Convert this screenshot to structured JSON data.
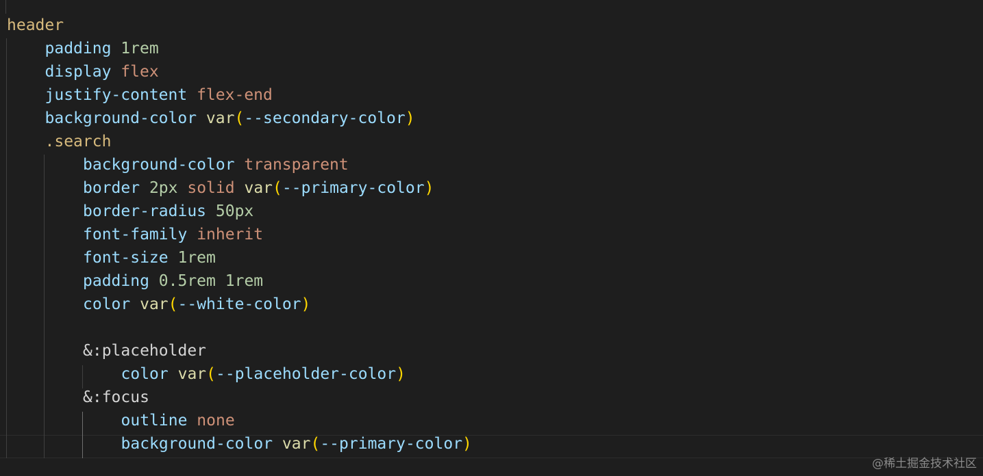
{
  "colors": {
    "background": "#1e1e1e",
    "selector": "#d7ba7d",
    "property": "#9cdcfe",
    "number": "#b5cea8",
    "keyword": "#ce9178",
    "function": "#dcdcaa",
    "paren": "#ffd700",
    "plain": "#d4d4d4",
    "watermark": "#8b8b8b"
  },
  "code": {
    "lines": [
      {
        "indent": 0,
        "tokens": [
          {
            "text": "header",
            "type": "selector"
          }
        ]
      },
      {
        "indent": 1,
        "tokens": [
          {
            "text": "padding",
            "type": "property"
          },
          {
            "text": " ",
            "type": "plain"
          },
          {
            "text": "1rem",
            "type": "number"
          }
        ]
      },
      {
        "indent": 1,
        "tokens": [
          {
            "text": "display",
            "type": "property"
          },
          {
            "text": " ",
            "type": "plain"
          },
          {
            "text": "flex",
            "type": "keyword"
          }
        ]
      },
      {
        "indent": 1,
        "tokens": [
          {
            "text": "justify-content",
            "type": "property"
          },
          {
            "text": " ",
            "type": "plain"
          },
          {
            "text": "flex-end",
            "type": "keyword"
          }
        ]
      },
      {
        "indent": 1,
        "tokens": [
          {
            "text": "background-color",
            "type": "property"
          },
          {
            "text": " ",
            "type": "plain"
          },
          {
            "text": "var",
            "type": "function"
          },
          {
            "text": "(",
            "type": "paren"
          },
          {
            "text": "--secondary-color",
            "type": "property"
          },
          {
            "text": ")",
            "type": "paren"
          }
        ]
      },
      {
        "indent": 1,
        "tokens": [
          {
            "text": ".search",
            "type": "selector"
          }
        ]
      },
      {
        "indent": 2,
        "tokens": [
          {
            "text": "background-color",
            "type": "property"
          },
          {
            "text": " ",
            "type": "plain"
          },
          {
            "text": "transparent",
            "type": "keyword"
          }
        ]
      },
      {
        "indent": 2,
        "tokens": [
          {
            "text": "border",
            "type": "property"
          },
          {
            "text": " ",
            "type": "plain"
          },
          {
            "text": "2px",
            "type": "number"
          },
          {
            "text": " ",
            "type": "plain"
          },
          {
            "text": "solid",
            "type": "keyword"
          },
          {
            "text": " ",
            "type": "plain"
          },
          {
            "text": "var",
            "type": "function"
          },
          {
            "text": "(",
            "type": "paren"
          },
          {
            "text": "--primary-color",
            "type": "property"
          },
          {
            "text": ")",
            "type": "paren"
          }
        ]
      },
      {
        "indent": 2,
        "tokens": [
          {
            "text": "border-radius",
            "type": "property"
          },
          {
            "text": " ",
            "type": "plain"
          },
          {
            "text": "50px",
            "type": "number"
          }
        ]
      },
      {
        "indent": 2,
        "tokens": [
          {
            "text": "font-family",
            "type": "property"
          },
          {
            "text": " ",
            "type": "plain"
          },
          {
            "text": "inherit",
            "type": "keyword"
          }
        ]
      },
      {
        "indent": 2,
        "tokens": [
          {
            "text": "font-size",
            "type": "property"
          },
          {
            "text": " ",
            "type": "plain"
          },
          {
            "text": "1rem",
            "type": "number"
          }
        ]
      },
      {
        "indent": 2,
        "tokens": [
          {
            "text": "padding",
            "type": "property"
          },
          {
            "text": " ",
            "type": "plain"
          },
          {
            "text": "0.5rem",
            "type": "number"
          },
          {
            "text": " ",
            "type": "plain"
          },
          {
            "text": "1rem",
            "type": "number"
          }
        ]
      },
      {
        "indent": 2,
        "tokens": [
          {
            "text": "color",
            "type": "property"
          },
          {
            "text": " ",
            "type": "plain"
          },
          {
            "text": "var",
            "type": "function"
          },
          {
            "text": "(",
            "type": "paren"
          },
          {
            "text": "--white-color",
            "type": "property"
          },
          {
            "text": ")",
            "type": "paren"
          }
        ]
      },
      {
        "indent": 2,
        "tokens": []
      },
      {
        "indent": 2,
        "tokens": [
          {
            "text": "&:placeholder",
            "type": "plain"
          }
        ]
      },
      {
        "indent": 3,
        "tokens": [
          {
            "text": "color",
            "type": "property"
          },
          {
            "text": " ",
            "type": "plain"
          },
          {
            "text": "var",
            "type": "function"
          },
          {
            "text": "(",
            "type": "paren"
          },
          {
            "text": "--placeholder-color",
            "type": "property"
          },
          {
            "text": ")",
            "type": "paren"
          }
        ]
      },
      {
        "indent": 2,
        "tokens": [
          {
            "text": "&:focus",
            "type": "plain"
          }
        ]
      },
      {
        "indent": 3,
        "tokens": [
          {
            "text": "outline",
            "type": "property"
          },
          {
            "text": " ",
            "type": "plain"
          },
          {
            "text": "none",
            "type": "keyword"
          }
        ]
      },
      {
        "indent": 3,
        "tokens": [
          {
            "text": "background-color",
            "type": "property"
          },
          {
            "text": " ",
            "type": "plain"
          },
          {
            "text": "var",
            "type": "function"
          },
          {
            "text": "(",
            "type": "paren"
          },
          {
            "text": "--primary-color",
            "type": "property"
          },
          {
            "text": ")",
            "type": "paren"
          }
        ]
      }
    ]
  },
  "watermark": {
    "text": "@稀土掘金技术社区"
  }
}
